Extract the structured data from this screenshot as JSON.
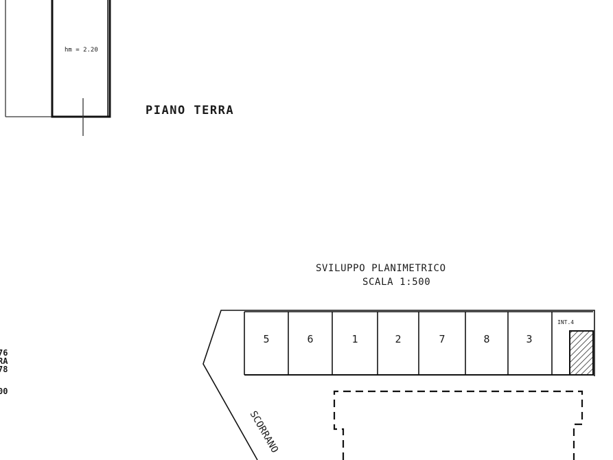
{
  "drawing": {
    "room_annotation": "hm = 2.20",
    "floor_label": "PIANO TERRA",
    "site_plan_title": "SVILUPPO PLANIMETRICO",
    "scale_label": "SCALA 1:500",
    "garages": [
      {
        "number": "5"
      },
      {
        "number": "6"
      },
      {
        "number": "1"
      },
      {
        "number": "2"
      },
      {
        "number": "7"
      },
      {
        "number": "8"
      },
      {
        "number": "3"
      }
    ],
    "end_box_label": "INT.4",
    "street_label": "SCORRANO",
    "margin_fragments": [
      "76",
      "RA",
      "78",
      "00"
    ]
  }
}
